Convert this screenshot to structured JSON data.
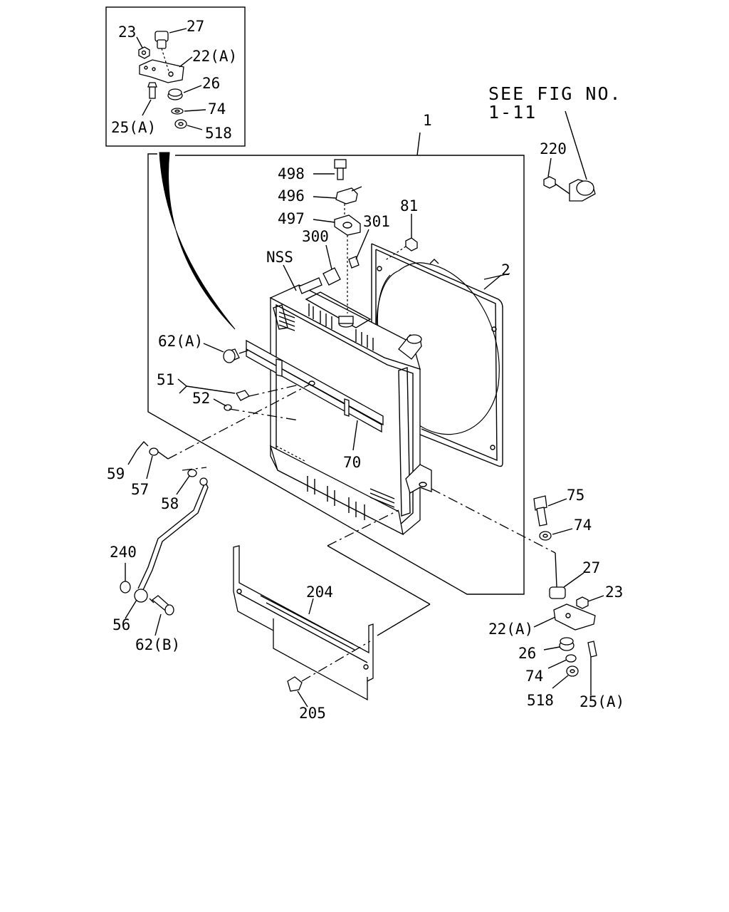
{
  "reference": {
    "line1": "SEE FIG NO.",
    "line2": "1-11"
  },
  "callouts": {
    "c1": "1",
    "c2": "2",
    "c23a": "23",
    "c27a": "27",
    "c22a_a": "22(A)",
    "c26a": "26",
    "c74a": "74",
    "c25a_a": "25(A)",
    "c518a": "518",
    "c498": "498",
    "c496": "496",
    "c497": "497",
    "c300": "300",
    "c301": "301",
    "c81": "81",
    "c220": "220",
    "cNSS": "NSS",
    "c62a": "62(A)",
    "c51": "51",
    "c52": "52",
    "c70": "70",
    "c59": "59",
    "c57": "57",
    "c58": "58",
    "c240": "240",
    "c56": "56",
    "c62b": "62(B)",
    "c204": "204",
    "c205": "205",
    "c75": "75",
    "c74b": "74",
    "c27b": "27",
    "c23b": "23",
    "c22a_b": "22(A)",
    "c26b": "26",
    "c74c": "74",
    "c518b": "518",
    "c25a_b": "25(A)"
  }
}
